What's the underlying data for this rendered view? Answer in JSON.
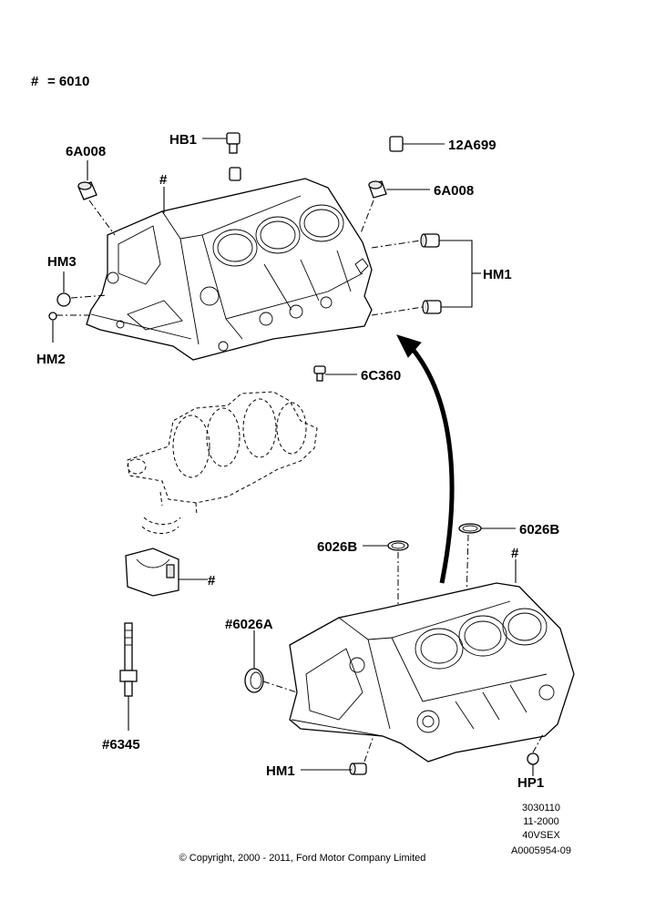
{
  "legend": {
    "symbol": "#",
    "equals": "= 6010"
  },
  "labels": {
    "hb1": "HB1",
    "p12a699": "12A699",
    "p6a008_left": "6A008",
    "p6a008_right": "6A008",
    "hash_top": "#",
    "hm3": "HM3",
    "hm2": "HM2",
    "hm1_top": "HM1",
    "p6c360": "6C360",
    "hash_cap": "#",
    "p6026b_left": "6026B",
    "p6026b_right": "6026B",
    "hash_lower": "#",
    "p6026a": "#6026A",
    "p6345": "#6345",
    "hm1_bottom": "HM1",
    "hp1": "HP1"
  },
  "footer": {
    "ref1": "3030110",
    "ref2": "11-2000",
    "ref3": "40VSEX",
    "ref4": "A0005954-09",
    "copyright": "© Copyright, 2000 - 2011, Ford Motor Company Limited"
  }
}
